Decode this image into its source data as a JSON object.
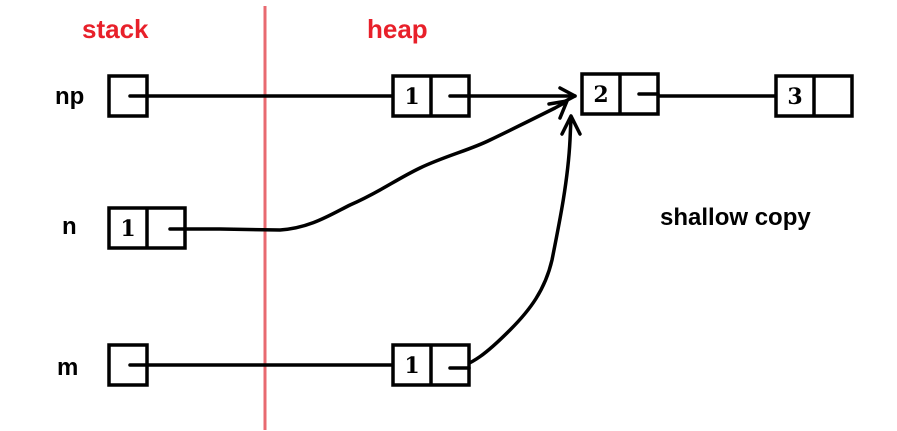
{
  "regions": {
    "stack_label": "stack",
    "heap_label": "heap"
  },
  "variables": {
    "np": "np",
    "n": "n",
    "m": "m"
  },
  "stack_cells": {
    "n_value": "1"
  },
  "heap_nodes": {
    "np_node1_value": "1",
    "node2_value": "2",
    "node3_value": "3",
    "m_node1_value": "1"
  },
  "caption": "shallow copy",
  "colors": {
    "accent_label": "#e8202a",
    "boundary_line": "#e86a70",
    "ink": "#000000"
  }
}
